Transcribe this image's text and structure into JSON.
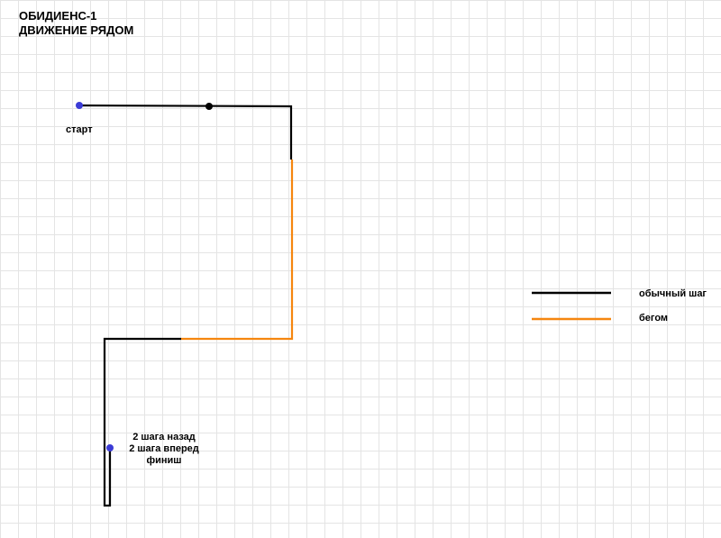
{
  "title": {
    "line1": "ОБИДИЕНС-1",
    "line2": "ДВИЖЕНИЕ РЯДОМ"
  },
  "labels": {
    "start": "старт",
    "finish_lines": [
      "2 шага назад",
      "2 шага вперед",
      "финиш"
    ]
  },
  "legend": {
    "normal": {
      "label": "обычный шаг",
      "color": "#000000"
    },
    "run": {
      "label": "бегом",
      "color": "#f5860f"
    }
  },
  "colors": {
    "grid": "#e4e4e4",
    "marker": "#3b3bd6",
    "checkpoint": "#000000"
  }
}
